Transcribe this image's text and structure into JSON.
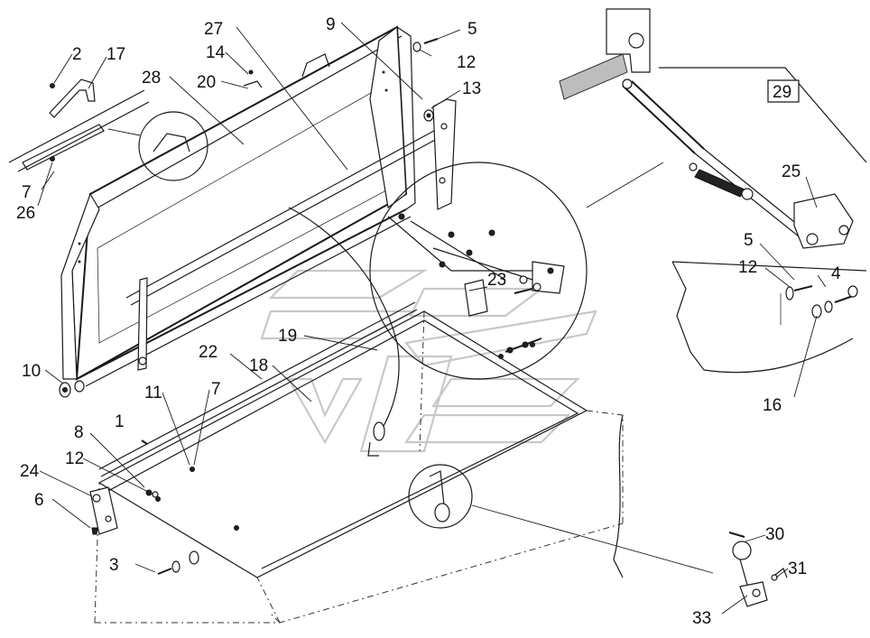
{
  "diagram": {
    "callouts": [
      {
        "id": "c1",
        "text": "1"
      },
      {
        "id": "c2",
        "text": "2"
      },
      {
        "id": "c3",
        "text": "3"
      },
      {
        "id": "c4",
        "text": "4"
      },
      {
        "id": "c5a",
        "text": "5"
      },
      {
        "id": "c5b",
        "text": "5"
      },
      {
        "id": "c6",
        "text": "6"
      },
      {
        "id": "c7a",
        "text": "7"
      },
      {
        "id": "c7b",
        "text": "7"
      },
      {
        "id": "c8",
        "text": "8"
      },
      {
        "id": "c9",
        "text": "9"
      },
      {
        "id": "c10",
        "text": "10"
      },
      {
        "id": "c11",
        "text": "11"
      },
      {
        "id": "c12a",
        "text": "12"
      },
      {
        "id": "c12b",
        "text": "12"
      },
      {
        "id": "c12c",
        "text": "12"
      },
      {
        "id": "c13",
        "text": "13"
      },
      {
        "id": "c14",
        "text": "14"
      },
      {
        "id": "c16",
        "text": "16"
      },
      {
        "id": "c17",
        "text": "17"
      },
      {
        "id": "c18",
        "text": "18"
      },
      {
        "id": "c19",
        "text": "19"
      },
      {
        "id": "c20",
        "text": "20"
      },
      {
        "id": "c22",
        "text": "22"
      },
      {
        "id": "c23",
        "text": "23"
      },
      {
        "id": "c24",
        "text": "24"
      },
      {
        "id": "c25",
        "text": "25"
      },
      {
        "id": "c26",
        "text": "26"
      },
      {
        "id": "c27",
        "text": "27"
      },
      {
        "id": "c28",
        "text": "28"
      },
      {
        "id": "c29",
        "text": "29"
      },
      {
        "id": "c30",
        "text": "30"
      },
      {
        "id": "c31",
        "text": "31"
      },
      {
        "id": "c33",
        "text": "33"
      }
    ]
  }
}
